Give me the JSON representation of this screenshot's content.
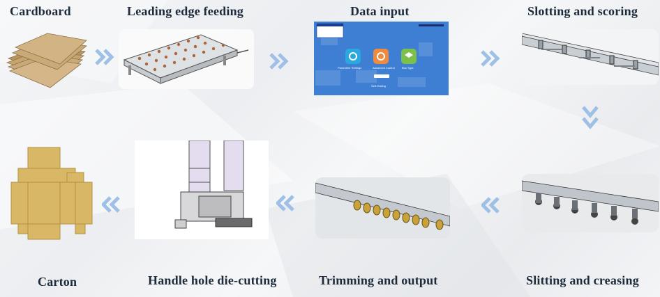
{
  "steps": {
    "cardboard": {
      "label": "Cardboard"
    },
    "feeding": {
      "label": "Leading edge feeding"
    },
    "data_input": {
      "label": "Data input"
    },
    "slotting": {
      "label": "Slotting and scoring"
    },
    "slitting": {
      "label": "Slitting and creasing"
    },
    "trimming": {
      "label": "Trimming and output"
    },
    "die_cutting": {
      "label": "Handle hole die-cutting"
    },
    "carton": {
      "label": "Carton"
    }
  },
  "data_input_screen": {
    "menu_items": [
      "Parameter Settings",
      "Advanced Control",
      "Box Type"
    ],
    "footer": "Self-Testing",
    "colors": {
      "bg": "#3f7fd3",
      "gear": "#2aa8e0",
      "hand": "#f08a3c",
      "box": "#7cc04a"
    }
  },
  "colors": {
    "arrow": "#9fc0e6",
    "label": "#1c2a3a",
    "cardboard": "#c9a978",
    "carton": "#d8b766"
  }
}
